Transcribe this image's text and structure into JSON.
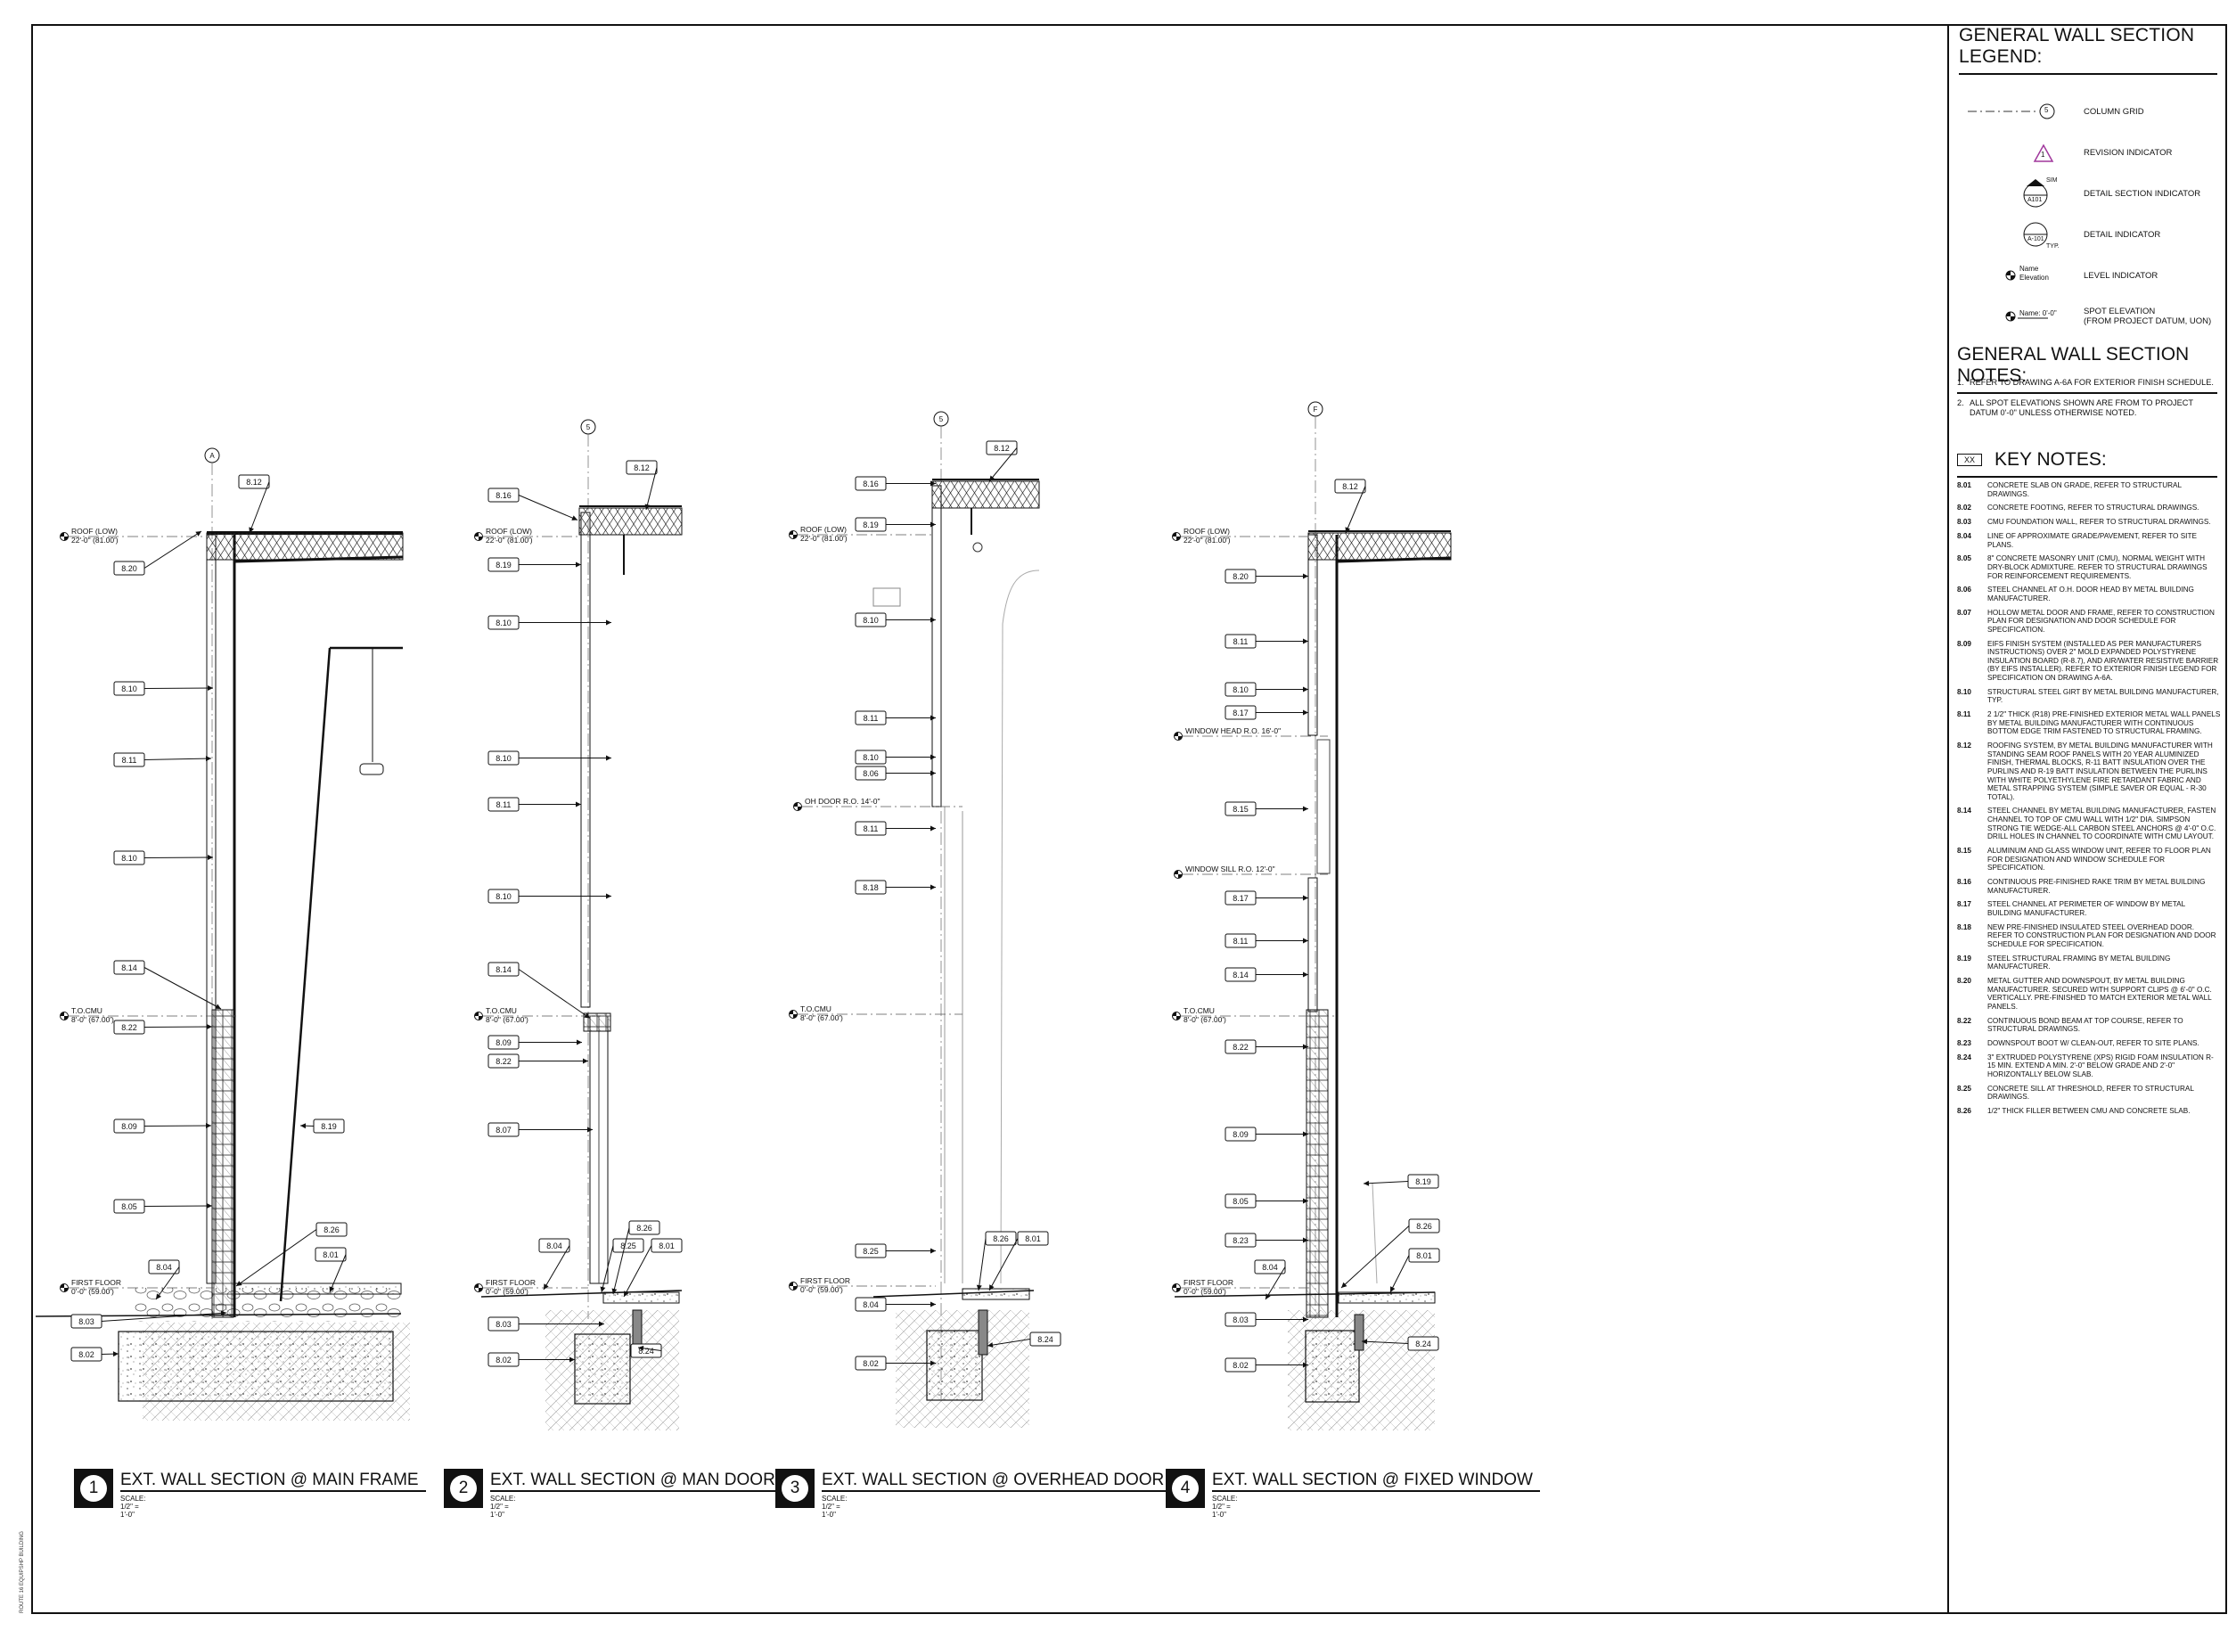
{
  "sheet": {
    "side_note": "ROUTE 16 EQUIPSHP BUILDING"
  },
  "legend": {
    "title": "GENERAL WALL SECTION LEGEND:",
    "items": [
      {
        "symbol": "column-grid",
        "symbol_text": "5",
        "label": "COLUMN GRID"
      },
      {
        "symbol": "revision",
        "symbol_text": "1",
        "label": "REVISION INDICATOR"
      },
      {
        "symbol": "detail-section",
        "symbol_text": "SIM",
        "symbol_text2": "A101",
        "label": "DETAIL SECTION INDICATOR"
      },
      {
        "symbol": "detail",
        "symbol_text": "A-101",
        "symbol_text2": "TYP.",
        "label": "DETAIL INDICATOR"
      },
      {
        "symbol": "level",
        "symbol_text": "Name",
        "symbol_text2": "Elevation",
        "label": "LEVEL INDICATOR"
      },
      {
        "symbol": "spot",
        "symbol_text": "Name: 0'-0\"",
        "label": "SPOT ELEVATION\n(FROM PROJECT DATUM, UON)"
      }
    ]
  },
  "general_notes": {
    "title": "GENERAL WALL SECTION NOTES:",
    "items": [
      {
        "n": "1.",
        "text": "REFER TO DRAWING A-6A FOR EXTERIOR FINISH SCHEDULE."
      },
      {
        "n": "2.",
        "text": "ALL SPOT ELEVATIONS SHOWN ARE FROM TO PROJECT DATUM 0'-0\" UNLESS OTHERWISE NOTED."
      }
    ]
  },
  "key_notes": {
    "tag": "XX",
    "title": "KEY NOTES:",
    "items": [
      {
        "code": "8.01",
        "text": "CONCRETE SLAB ON GRADE, REFER TO STRUCTURAL DRAWINGS."
      },
      {
        "code": "8.02",
        "text": "CONCRETE FOOTING, REFER TO STRUCTURAL DRAWINGS."
      },
      {
        "code": "8.03",
        "text": "CMU FOUNDATION WALL, REFER TO STRUCTURAL DRAWINGS."
      },
      {
        "code": "8.04",
        "text": "LINE OF APPROXIMATE GRADE/PAVEMENT, REFER TO SITE PLANS."
      },
      {
        "code": "8.05",
        "text": "8\" CONCRETE MASONRY UNIT (CMU), NORMAL WEIGHT WITH DRY-BLOCK ADMIXTURE. REFER TO STRUCTURAL DRAWINGS FOR REINFORCEMENT REQUIREMENTS."
      },
      {
        "code": "8.06",
        "text": "STEEL CHANNEL AT O.H. DOOR HEAD BY METAL BUILDING MANUFACTURER."
      },
      {
        "code": "8.07",
        "text": "HOLLOW METAL DOOR AND FRAME, REFER TO CONSTRUCTION PLAN FOR DESIGNATION AND DOOR SCHEDULE FOR SPECIFICATION."
      },
      {
        "code": "8.09",
        "text": "EIFS FINISH SYSTEM (INSTALLED AS PER MANUFACTURERS INSTRUCTIONS) OVER 2\" MOLD EXPANDED POLYSTYRENE INSULATION BOARD (R-8.7), AND AIR/WATER RESISTIVE BARRIER (BY EIFS INSTALLER). REFER TO EXTERIOR FINISH LEGEND FOR SPECIFICATION ON DRAWING A-6A."
      },
      {
        "code": "8.10",
        "text": "STRUCTURAL STEEL GIRT BY METAL BUILDING MANUFACTURER, TYP."
      },
      {
        "code": "8.11",
        "text": "2 1/2\" THICK (R18) PRE-FINISHED EXTERIOR METAL WALL PANELS BY METAL BUILDING MANUFACTURER WITH CONTINUOUS BOTTOM EDGE TRIM FASTENED TO STRUCTURAL FRAMING."
      },
      {
        "code": "8.12",
        "text": "ROOFING SYSTEM, BY METAL BUILDING MANUFACTURER WITH STANDING SEAM ROOF PANELS WITH 20 YEAR ALUMINIZED FINISH, THERMAL BLOCKS, R-11 BATT INSULATION OVER THE PURLINS AND R-19 BATT INSULATION BETWEEN THE PURLINS WITH WHITE POLYETHYLENE FIRE RETARDANT FABRIC AND METAL STRAPPING SYSTEM (SIMPLE SAVER OR EQUAL - R-30 TOTAL)."
      },
      {
        "code": "8.14",
        "text": "STEEL CHANNEL BY METAL BUILDING MANUFACTURER, FASTEN CHANNEL TO TOP OF CMU WALL WITH 1/2\" DIA. SIMPSON STRONG TIE WEDGE-ALL CARBON STEEL ANCHORS @ 4'-0\" O.C. DRILL HOLES IN CHANNEL TO COORDINATE WITH CMU LAYOUT."
      },
      {
        "code": "8.15",
        "text": "ALUMINUM AND GLASS WINDOW UNIT, REFER TO FLOOR PLAN FOR DESIGNATION AND WINDOW SCHEDULE FOR SPECIFICATION."
      },
      {
        "code": "8.16",
        "text": "CONTINUOUS PRE-FINISHED RAKE TRIM BY METAL BUILDING MANUFACTURER."
      },
      {
        "code": "8.17",
        "text": "STEEL CHANNEL AT PERIMETER OF WINDOW BY METAL BUILDING MANUFACTURER."
      },
      {
        "code": "8.18",
        "text": "NEW PRE-FINISHED INSULATED STEEL OVERHEAD DOOR. REFER TO CONSTRUCTION PLAN FOR DESIGNATION AND DOOR SCHEDULE FOR SPECIFICATION."
      },
      {
        "code": "8.19",
        "text": "STEEL STRUCTURAL FRAMING BY METAL BUILDING MANUFACTURER."
      },
      {
        "code": "8.20",
        "text": "METAL GUTTER AND DOWNSPOUT, BY METAL BUILDING MANUFACTURER. SECURED WITH SUPPORT CLIPS @ 6'-0\" O.C. VERTICALLY. PRE-FINISHED TO MATCH EXTERIOR METAL WALL PANELS."
      },
      {
        "code": "8.22",
        "text": "CONTINUOUS BOND BEAM AT TOP COURSE, REFER TO STRUCTURAL DRAWINGS."
      },
      {
        "code": "8.23",
        "text": "DOWNSPOUT BOOT W/ CLEAN-OUT, REFER TO SITE PLANS."
      },
      {
        "code": "8.24",
        "text": "3\" EXTRUDED POLYSTYRENE (XPS) RIGID FOAM INSULATION R-15 MIN. EXTEND A MIN. 2'-0\" BELOW GRADE AND 2'-0\" HORIZONTALLY BELOW SLAB."
      },
      {
        "code": "8.25",
        "text": "CONCRETE SILL AT THRESHOLD, REFER TO STRUCTURAL DRAWINGS."
      },
      {
        "code": "8.26",
        "text": "1/2\" THICK FILLER BETWEEN CMU AND CONCRETE SLAB."
      }
    ]
  },
  "sections": [
    {
      "number": "1",
      "title": "EXT. WALL SECTION @ MAIN FRAME",
      "scale": "SCALE: 1/2\" = 1'-0\"",
      "grid": "A",
      "levels": [
        {
          "name": "ROOF (LOW)",
          "elev": "22'-0\" (81.00')"
        },
        {
          "name": "T.O.CMU",
          "elev": "8'-0\" (67.00')"
        },
        {
          "name": "FIRST FLOOR",
          "elev": "0'-0\" (59.00')"
        }
      ],
      "left_tags": [
        "8.20",
        "8.10",
        "8.11",
        "8.10",
        "8.14",
        "8.22",
        "8.09",
        "8.05",
        "8.03",
        "8.02"
      ],
      "other_tags": [
        "8.12",
        "8.19",
        "8.26",
        "8.01",
        "8.04"
      ]
    },
    {
      "number": "2",
      "title": "EXT. WALL SECTION @ MAN DOOR",
      "scale": "SCALE: 1/2\" = 1'-0\"",
      "grid": "5",
      "levels": [
        {
          "name": "ROOF (LOW)",
          "elev": "22'-0\" (81.00')"
        },
        {
          "name": "T.O.CMU",
          "elev": "8'-0\" (67.00')"
        },
        {
          "name": "FIRST FLOOR",
          "elev": "0'-0\" (59.00')"
        }
      ],
      "left_tags": [
        "8.16",
        "8.19",
        "8.10",
        "8.10",
        "8.11",
        "8.10",
        "8.14",
        "8.09",
        "8.22",
        "8.07",
        "8.03",
        "8.02"
      ],
      "other_tags": [
        "8.12",
        "8.04",
        "8.25",
        "8.26",
        "8.01",
        "8.24"
      ]
    },
    {
      "number": "3",
      "title": "EXT. WALL SECTION @ OVERHEAD DOOR",
      "scale": "SCALE: 1/2\" = 1'-0\"",
      "grid": "5",
      "levels": [
        {
          "name": "ROOF (LOW)",
          "elev": "22'-0\" (81.00')"
        },
        {
          "name": "OH DOOR R.O. 14'-0\"",
          "elev": ""
        },
        {
          "name": "T.O.CMU",
          "elev": "8'-0\" (67.00')"
        },
        {
          "name": "FIRST FLOOR",
          "elev": "0'-0\" (59.00')"
        }
      ],
      "left_tags": [
        "8.16",
        "8.19",
        "8.10",
        "8.11",
        "8.10",
        "8.06",
        "8.11",
        "8.18",
        "8.25",
        "8.04",
        "8.02"
      ],
      "other_tags": [
        "8.12",
        "8.26",
        "8.01",
        "8.24"
      ]
    },
    {
      "number": "4",
      "title": "EXT. WALL SECTION @ FIXED WINDOW",
      "scale": "SCALE: 1/2\" = 1'-0\"",
      "grid": "F",
      "levels": [
        {
          "name": "ROOF (LOW)",
          "elev": "22'-0\" (81.00')"
        },
        {
          "name": "WINDOW HEAD R.O. 16'-0\"",
          "elev": ""
        },
        {
          "name": "WINDOW SILL R.O. 12'-0\"",
          "elev": ""
        },
        {
          "name": "T.O.CMU",
          "elev": "8'-0\" (67.00')"
        },
        {
          "name": "FIRST FLOOR",
          "elev": "0'-0\" (59.00')"
        }
      ],
      "left_tags": [
        "8.20",
        "8.11",
        "8.10",
        "8.17",
        "8.15",
        "8.17",
        "8.11",
        "8.14",
        "8.22",
        "8.09",
        "8.05",
        "8.23",
        "8.03",
        "8.02"
      ],
      "other_tags": [
        "8.12",
        "8.19",
        "8.26",
        "8.01",
        "8.04",
        "8.24"
      ]
    }
  ]
}
